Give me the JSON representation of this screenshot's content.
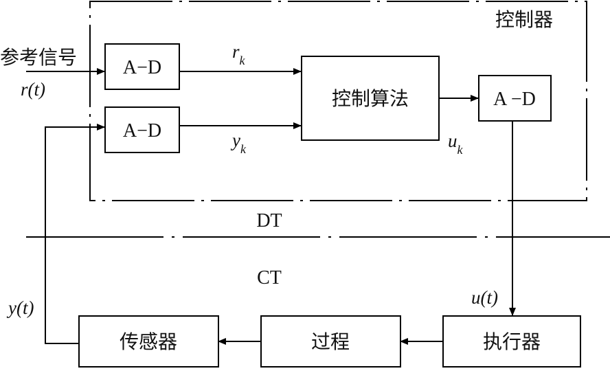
{
  "controller_title": "控制器",
  "reference_label": "参考信号",
  "reference_symbol": "r(t)",
  "blocks": {
    "ad_top": "A−D",
    "ad_bottom": "A−D",
    "control_algorithm": "控制算法",
    "ad_output": "A −D",
    "sensor": "传感器",
    "process": "过程",
    "actuator": "执行器"
  },
  "signals": {
    "rk": {
      "main": "r",
      "sub": "k"
    },
    "yk": {
      "main": "y",
      "sub": "k"
    },
    "uk": {
      "main": "u",
      "sub": "k"
    },
    "ut": "u(t)",
    "yt": "y(t)"
  },
  "domains": {
    "discrete": "DT",
    "continuous": "CT"
  }
}
